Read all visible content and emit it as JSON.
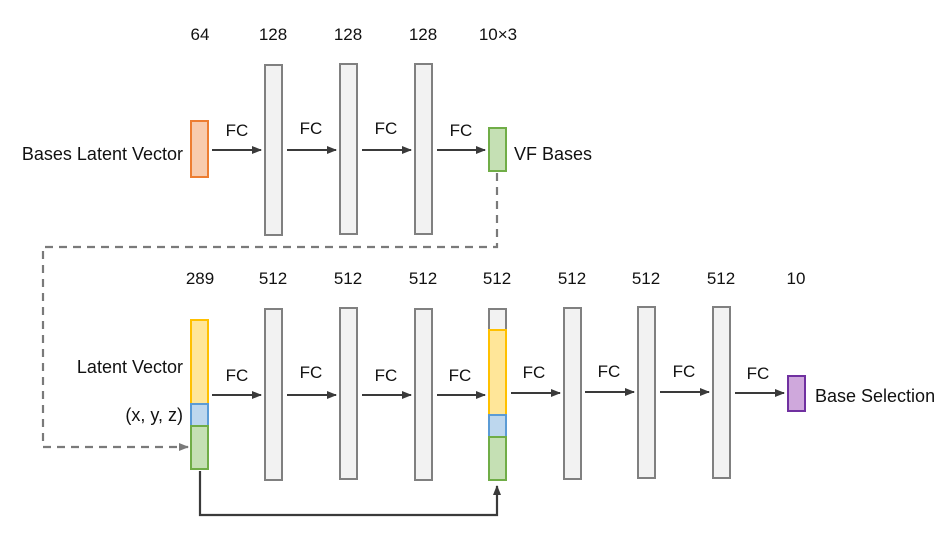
{
  "colors": {
    "orange_fill": "#f8cbad",
    "orange_stroke": "#ed7d31",
    "green_fill": "#c5e0b4",
    "green_stroke": "#70ad47",
    "yellow_fill": "#ffe699",
    "yellow_stroke": "#ffc000",
    "blue_fill": "#bdd7ee",
    "blue_stroke": "#5b9bd5",
    "purple_fill": "#cfa8dc",
    "purple_stroke": "#7030a0",
    "layer_fill": "#f2f2f2",
    "layer_stroke": "#808080"
  },
  "top": {
    "label_input": "Bases Latent Vector",
    "label_output": "VF Bases",
    "dims": [
      "64",
      "128",
      "128",
      "128",
      "10×3"
    ],
    "fc": [
      "FC",
      "FC",
      "FC",
      "FC"
    ]
  },
  "bottom": {
    "label_latent": "Latent Vector",
    "label_xyz": "(x, y, z)",
    "label_output": "Base Selection",
    "dims": [
      "289",
      "512",
      "512",
      "512",
      "512",
      "512",
      "512",
      "512",
      "10"
    ],
    "fc": [
      "FC",
      "FC",
      "FC",
      "FC",
      "FC",
      "FC",
      "FC",
      "FC"
    ]
  }
}
